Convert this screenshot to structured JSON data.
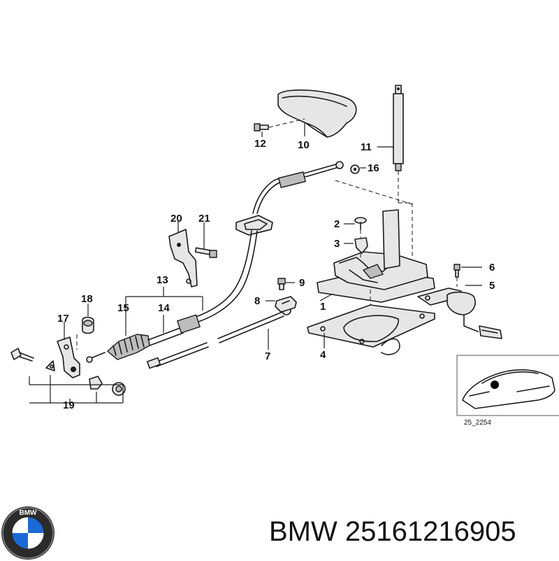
{
  "diagram": {
    "labels": {
      "l1": "1",
      "l2": "2",
      "l3": "3",
      "l4": "4",
      "l5": "5",
      "l6": "6",
      "l7": "7",
      "l8": "8",
      "l9": "9",
      "l10": "10",
      "l11": "11",
      "l12": "12",
      "l13": "13",
      "l14": "14",
      "l15": "15",
      "l16": "16",
      "l17": "17",
      "l18": "18",
      "l19": "19",
      "l20": "20",
      "l21": "21"
    },
    "inset_code": "25_2254"
  },
  "footer": {
    "part_number": "BMW 25161216905",
    "logo_text": "BMW"
  }
}
